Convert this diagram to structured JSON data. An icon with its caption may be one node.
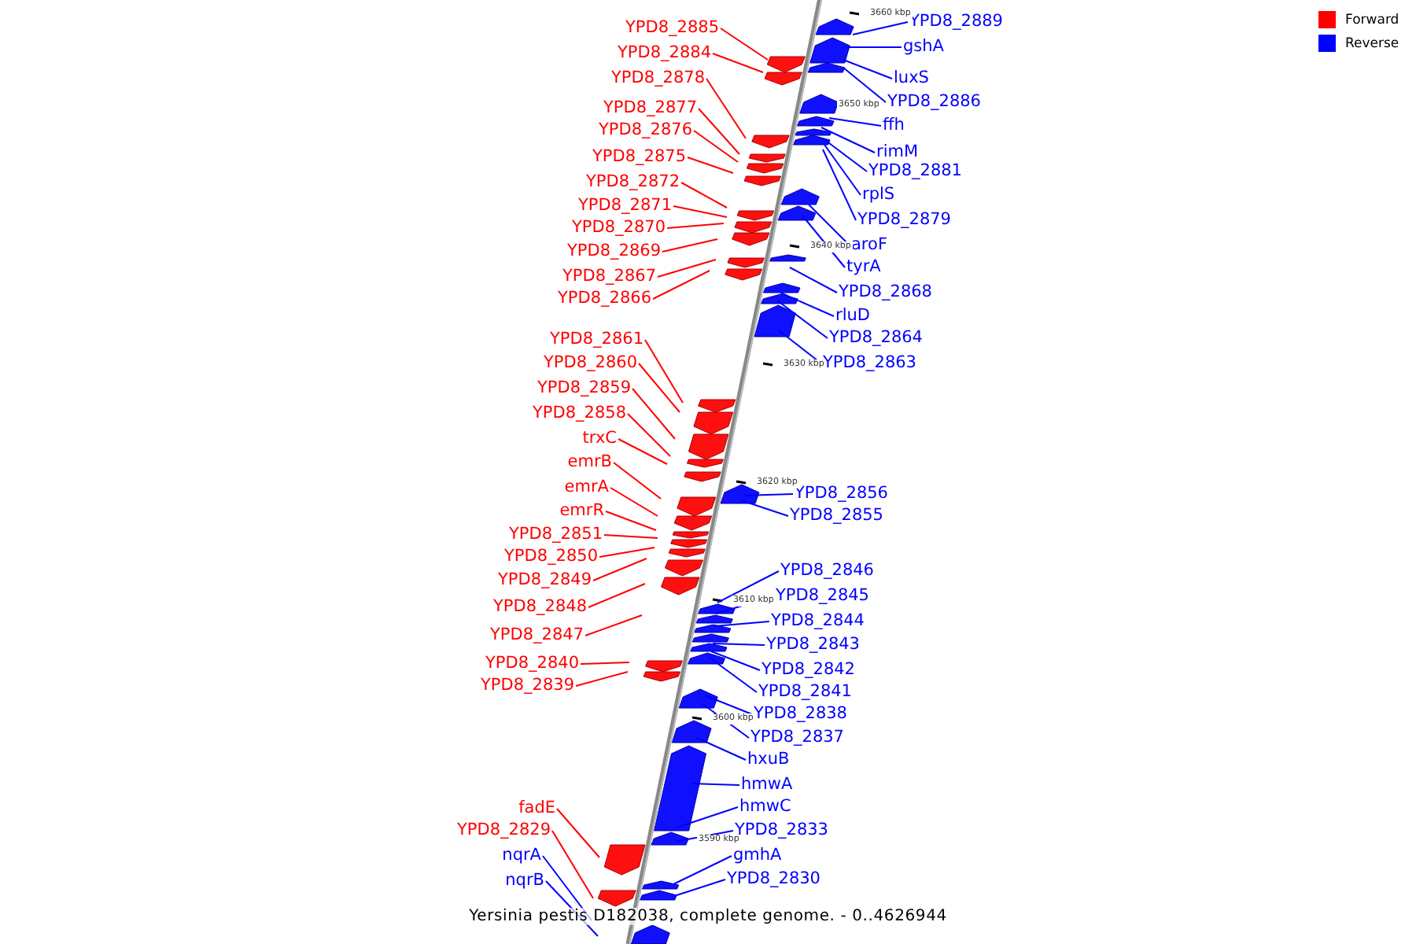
{
  "diagram": {
    "caption": "Yersinia pestis D182038, complete genome. - 0..4626944",
    "nodes": [
      {
        "text": [
          "YPD8_2885"
        ]
      },
      {
        "text": [
          "YPD8_2884"
        ]
      },
      {
        "text": [
          "YPD8_2878"
        ]
      },
      {
        "text": [
          "YPD8_2877"
        ]
      },
      {
        "text": [
          "YPD8_2876"
        ]
      },
      {
        "text": [
          "YPD8_2875"
        ]
      },
      {
        "text": [
          "YPD8_2872"
        ]
      },
      {
        "text": [
          "YPD8_2871"
        ]
      },
      {
        "text": [
          "YPD8_2870"
        ]
      },
      {
        "text": [
          "YPD8_2869"
        ]
      },
      {
        "text": [
          "YPD8_2867"
        ]
      },
      {
        "text": [
          "YPD8_2866"
        ]
      },
      {
        "text": [
          "YPD8_2861"
        ]
      },
      {
        "text": [
          "YPD8_2860"
        ]
      },
      {
        "text": [
          "YPD8_2859"
        ]
      },
      {
        "text": [
          "YPD8_2858"
        ]
      },
      {
        "text": [
          "trxC"
        ]
      },
      {
        "text": [
          "emrB"
        ]
      },
      {
        "text": [
          "emrA"
        ]
      },
      {
        "text": [
          "emrR"
        ]
      },
      {
        "text": [
          "YPD8_2851"
        ]
      },
      {
        "text": [
          "YPD8_2850"
        ]
      },
      {
        "text": [
          "YPD8_2849"
        ]
      },
      {
        "text": [
          "YPD8_2848"
        ]
      },
      {
        "text": [
          "YPD8_2847"
        ]
      },
      {
        "text": [
          "YPD8_2840"
        ]
      },
      {
        "text": [
          "YPD8_2839"
        ]
      },
      {
        "text": [
          "fadE"
        ]
      },
      {
        "text": [
          "YPD8_2829"
        ]
      },
      {
        "text": [
          "nqrA"
        ]
      },
      {
        "text": [
          "nqrB"
        ]
      },
      {
        "text": [
          "YPD8_2889"
        ]
      },
      {
        "text": [
          "gshA"
        ]
      },
      {
        "text": [
          "luxS"
        ]
      },
      {
        "text": [
          "YPD8_2886"
        ]
      },
      {
        "text": [
          "ffh"
        ]
      },
      {
        "text": [
          "rimM"
        ]
      },
      {
        "text": [
          "YPD8_2881"
        ]
      },
      {
        "text": [
          "rplS"
        ]
      },
      {
        "text": [
          "YPD8_2879"
        ]
      },
      {
        "text": [
          "aroF"
        ]
      },
      {
        "text": [
          "tyrA"
        ]
      },
      {
        "text": [
          "YPD8_2868"
        ]
      },
      {
        "text": [
          "rluD"
        ]
      },
      {
        "text": [
          "YPD8_2864"
        ]
      },
      {
        "text": [
          "YPD8_2863"
        ]
      },
      {
        "text": [
          "YPD8_2856"
        ]
      },
      {
        "text": [
          "YPD8_2855"
        ]
      },
      {
        "text": [
          "YPD8_2846"
        ]
      },
      {
        "text": [
          "YPD8_2845"
        ]
      },
      {
        "text": [
          "YPD8_2844"
        ]
      },
      {
        "text": [
          "YPD8_2843"
        ]
      },
      {
        "text": [
          "YPD8_2842"
        ]
      },
      {
        "text": [
          "YPD8_2841"
        ]
      },
      {
        "text": [
          "YPD8_2838"
        ]
      },
      {
        "text": [
          "YPD8_2837"
        ]
      },
      {
        "text": [
          "hxuB"
        ]
      },
      {
        "text": [
          "hmwA"
        ]
      },
      {
        "text": [
          "hmwC"
        ]
      },
      {
        "text": [
          "YPD8_2833"
        ]
      },
      {
        "text": [
          "gmhA"
        ]
      },
      {
        "text": [
          "YPD8_2830"
        ]
      }
    ],
    "edges": [
      {
        "from": 0,
        "to": null,
        "arrow": "none",
        "color": "#ff0000"
      },
      {
        "from": 1,
        "to": null,
        "arrow": "none",
        "color": "#ff0000"
      },
      {
        "from": 2,
        "to": null,
        "arrow": "none",
        "color": "#ff0000"
      },
      {
        "from": 3,
        "to": null,
        "arrow": "none",
        "color": "#ff0000"
      },
      {
        "from": 4,
        "to": null,
        "arrow": "none",
        "color": "#ff0000"
      },
      {
        "from": 5,
        "to": null,
        "arrow": "none",
        "color": "#ff0000"
      },
      {
        "from": 6,
        "to": null,
        "arrow": "none",
        "color": "#ff0000"
      },
      {
        "from": 7,
        "to": null,
        "arrow": "none",
        "color": "#ff0000"
      },
      {
        "from": 8,
        "to": null,
        "arrow": "none",
        "color": "#ff0000"
      },
      {
        "from": 9,
        "to": null,
        "arrow": "none",
        "color": "#ff0000"
      },
      {
        "from": 10,
        "to": null,
        "arrow": "none",
        "color": "#ff0000"
      },
      {
        "from": 11,
        "to": null,
        "arrow": "none",
        "color": "#ff0000"
      },
      {
        "from": 12,
        "to": null,
        "arrow": "none",
        "color": "#ff0000"
      },
      {
        "from": 13,
        "to": null,
        "arrow": "none",
        "color": "#ff0000"
      },
      {
        "from": 14,
        "to": null,
        "arrow": "none",
        "color": "#ff0000"
      },
      {
        "from": 15,
        "to": null,
        "arrow": "none",
        "color": "#ff0000"
      },
      {
        "from": 16,
        "to": null,
        "arrow": "none",
        "color": "#ff0000"
      },
      {
        "from": 17,
        "to": null,
        "arrow": "none",
        "color": "#ff0000"
      },
      {
        "from": 18,
        "to": null,
        "arrow": "none",
        "color": "#ff0000"
      },
      {
        "from": 19,
        "to": null,
        "arrow": "none",
        "color": "#ff0000"
      },
      {
        "from": 20,
        "to": null,
        "arrow": "none",
        "color": "#ff0000"
      },
      {
        "from": 21,
        "to": null,
        "arrow": "none",
        "color": "#ff0000"
      },
      {
        "from": 22,
        "to": null,
        "arrow": "none",
        "color": "#ff0000"
      },
      {
        "from": 23,
        "to": null,
        "arrow": "none",
        "color": "#ff0000"
      },
      {
        "from": 24,
        "to": null,
        "arrow": "none",
        "color": "#ff0000"
      },
      {
        "from": 25,
        "to": null,
        "arrow": "none",
        "color": "#ff0000"
      },
      {
        "from": 26,
        "to": null,
        "arrow": "none",
        "color": "#ff0000"
      },
      {
        "from": 27,
        "to": null,
        "arrow": "none",
        "color": "#ff0000"
      },
      {
        "from": 28,
        "to": null,
        "arrow": "none",
        "color": "#ff0000"
      },
      {
        "from": 29,
        "to": null,
        "arrow": "none",
        "color": "#0000ff"
      },
      {
        "from": 30,
        "to": null,
        "arrow": "none",
        "color": "#0000ff"
      },
      {
        "from": 31,
        "to": null,
        "arrow": "none",
        "color": "#0000ff"
      },
      {
        "from": 32,
        "to": null,
        "arrow": "none",
        "color": "#0000ff"
      },
      {
        "from": 33,
        "to": null,
        "arrow": "none",
        "color": "#0000ff"
      },
      {
        "from": 34,
        "to": null,
        "arrow": "none",
        "color": "#0000ff"
      },
      {
        "from": 35,
        "to": null,
        "arrow": "none",
        "color": "#0000ff"
      },
      {
        "from": 36,
        "to": null,
        "arrow": "none",
        "color": "#0000ff"
      },
      {
        "from": 37,
        "to": null,
        "arrow": "none",
        "color": "#0000ff"
      },
      {
        "from": 38,
        "to": null,
        "arrow": "none",
        "color": "#0000ff"
      },
      {
        "from": 39,
        "to": null,
        "arrow": "none",
        "color": "#0000ff"
      },
      {
        "from": 40,
        "to": null,
        "arrow": "none",
        "color": "#0000ff"
      },
      {
        "from": 41,
        "to": null,
        "arrow": "none",
        "color": "#0000ff"
      },
      {
        "from": 42,
        "to": null,
        "arrow": "none",
        "color": "#0000ff"
      },
      {
        "from": 43,
        "to": null,
        "arrow": "none",
        "color": "#0000ff"
      },
      {
        "from": 44,
        "to": null,
        "arrow": "none",
        "color": "#0000ff"
      },
      {
        "from": 45,
        "to": null,
        "arrow": "none",
        "color": "#0000ff"
      },
      {
        "from": 46,
        "to": null,
        "arrow": "none",
        "color": "#0000ff"
      },
      {
        "from": 47,
        "to": null,
        "arrow": "none",
        "color": "#0000ff"
      },
      {
        "from": 48,
        "to": null,
        "arrow": "none",
        "color": "#0000ff"
      },
      {
        "from": 49,
        "to": null,
        "arrow": "none",
        "color": "#0000ff"
      },
      {
        "from": 50,
        "to": null,
        "arrow": "none",
        "color": "#0000ff"
      },
      {
        "from": 51,
        "to": null,
        "arrow": "none",
        "color": "#0000ff"
      },
      {
        "from": 52,
        "to": null,
        "arrow": "none",
        "color": "#0000ff"
      },
      {
        "from": 53,
        "to": null,
        "arrow": "none",
        "color": "#0000ff"
      },
      {
        "from": 54,
        "to": null,
        "arrow": "none",
        "color": "#0000ff"
      },
      {
        "from": 55,
        "to": null,
        "arrow": "none",
        "color": "#0000ff"
      },
      {
        "from": 56,
        "to": null,
        "arrow": "none",
        "color": "#0000ff"
      },
      {
        "from": 57,
        "to": null,
        "arrow": "none",
        "color": "#0000ff"
      },
      {
        "from": 58,
        "to": null,
        "arrow": "none",
        "color": "#0000ff"
      },
      {
        "from": 59,
        "to": null,
        "arrow": "none",
        "color": "#0000ff"
      },
      {
        "from": 60,
        "to": null,
        "arrow": "none",
        "color": "#0000ff"
      },
      {
        "from": 61,
        "to": null,
        "arrow": "none",
        "color": "#0000ff"
      }
    ],
    "labels": [
      "3660 kbp",
      "3650 kbp",
      "3640 kbp",
      "3630 kbp",
      "3620 kbp",
      "3610 kbp",
      "3600 kbp",
      "3590 kbp"
    ],
    "legend": [
      {
        "text": "Forward",
        "color": "#ff0000"
      },
      {
        "text": "Reverse",
        "color": "#0000ff"
      }
    ]
  }
}
